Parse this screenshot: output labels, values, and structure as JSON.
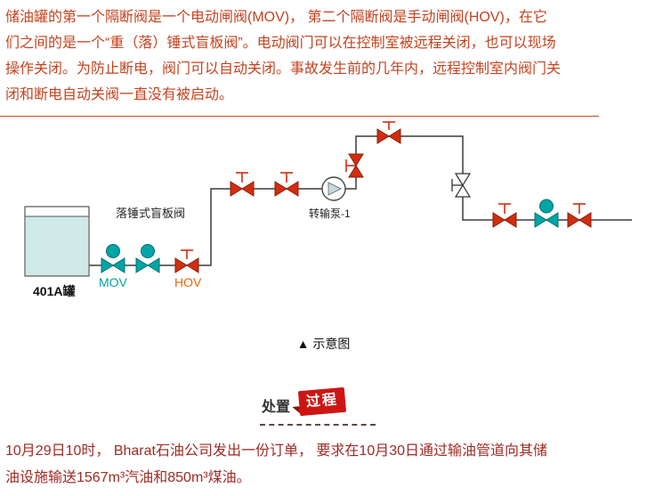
{
  "colors": {
    "intro-text": "#c4431f",
    "body-text": "#9e2a23",
    "accent-line": "#cc4a21",
    "teal-valve": "#00a5a5",
    "red-valve": "#d22d10",
    "badge-red": "#ce1515",
    "mov-label": "#00a3a3",
    "hov-label": "#e8650f",
    "tank-fill": "#cfe9e8"
  },
  "intro": {
    "lines": [
      "储油罐的第一个隔断阀是一个电动闸阀(MOV)， 第二个隔断阀是手动闸阀(HOV)，在它",
      "们之间的是一个“重（落）锤式盲板阀”。电动阀门可以在控制室被远程关闭，也可以现场",
      "操作关闭。为防止断电，阀门可以自动关闭。事故发生前的几年内，远程控制室内阀门关",
      "闭和断电自动关阀一直没有被启动。"
    ]
  },
  "diagram": {
    "blind_valve_label": "落锤式盲板阀",
    "tank_label": "401A罐",
    "mov_label": "MOV",
    "hov_label": "HOV",
    "pump_label": "转输泵-1",
    "caption": "▲ 示意图"
  },
  "section": {
    "title": "处置",
    "badge": "过程"
  },
  "body": {
    "lines": [
      "10月29日10时， Bharat石油公司发出一份订单， 要求在10月30日通过输油管道向其储",
      "油设施输送1567m³汽油和850m³煤油。"
    ]
  }
}
